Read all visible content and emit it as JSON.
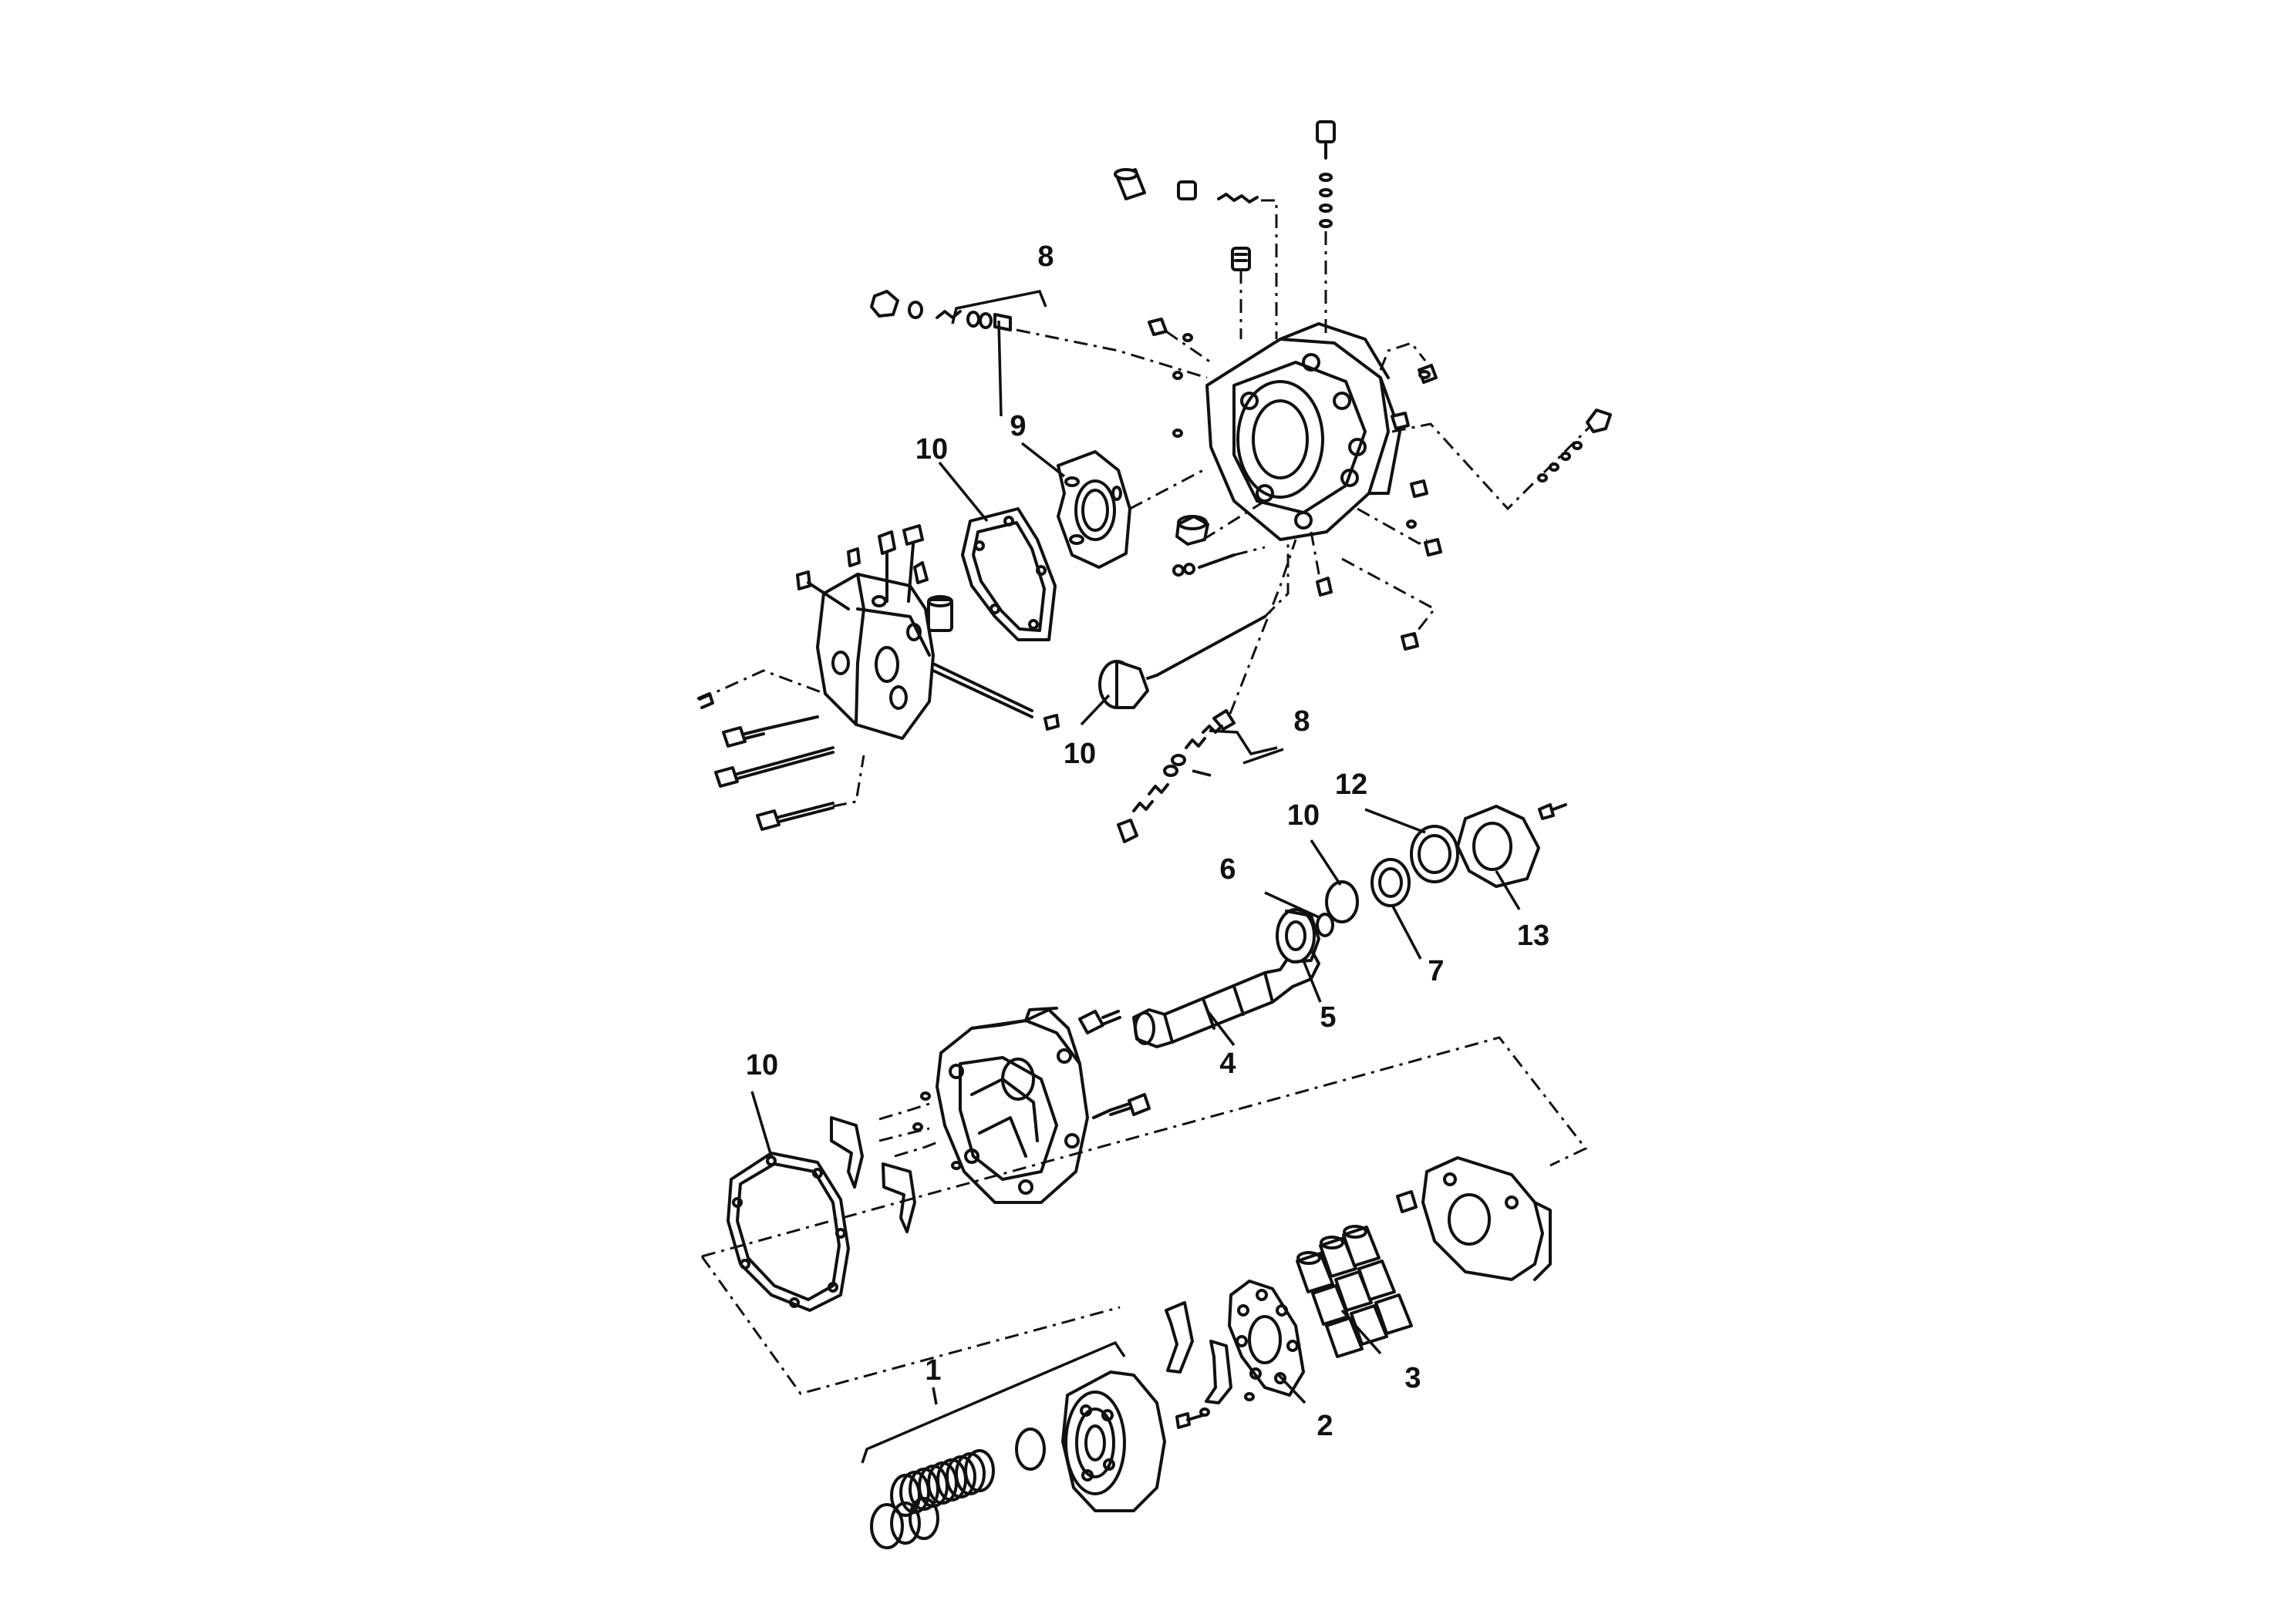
{
  "callouts": [
    {
      "id": "c1",
      "label": "1"
    },
    {
      "id": "c2",
      "label": "2"
    },
    {
      "id": "c3",
      "label": "3"
    },
    {
      "id": "c4",
      "label": "4"
    },
    {
      "id": "c5",
      "label": "5"
    },
    {
      "id": "c6",
      "label": "6"
    },
    {
      "id": "c7",
      "label": "7"
    },
    {
      "id": "c8a",
      "label": "8"
    },
    {
      "id": "c8b",
      "label": "8"
    },
    {
      "id": "c9",
      "label": "9"
    },
    {
      "id": "c10a",
      "label": "10"
    },
    {
      "id": "c10b",
      "label": "10"
    },
    {
      "id": "c10c",
      "label": "10"
    },
    {
      "id": "c10d",
      "label": "10"
    },
    {
      "id": "c12",
      "label": "12"
    },
    {
      "id": "c13",
      "label": "13"
    }
  ]
}
